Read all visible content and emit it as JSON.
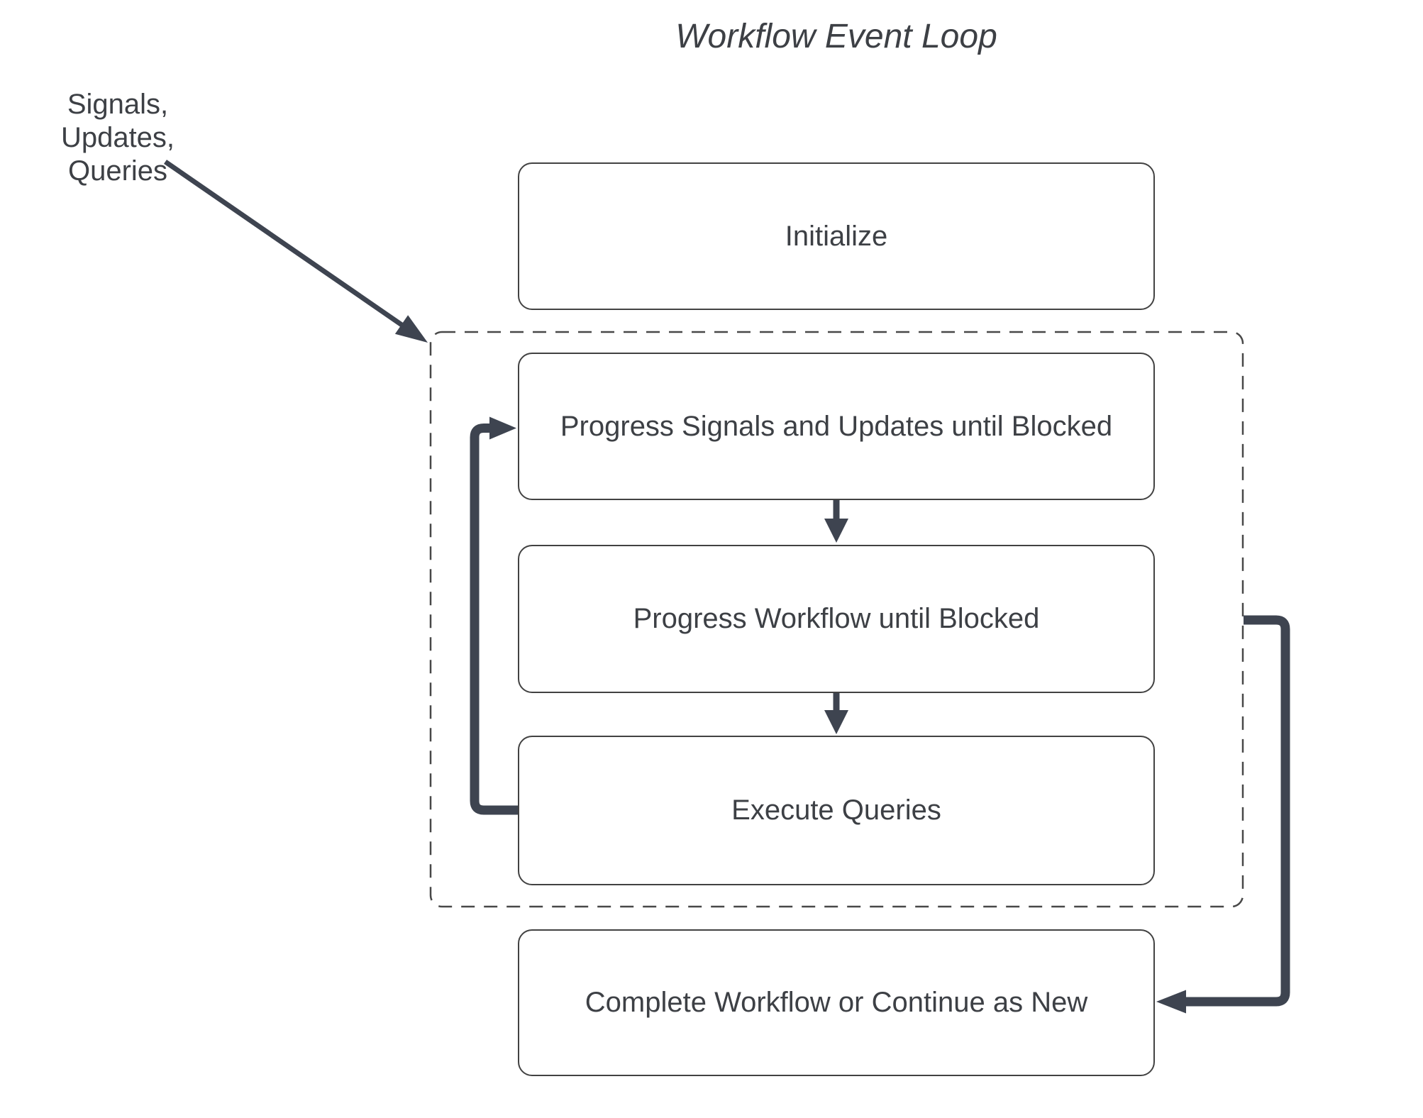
{
  "title": "Workflow Event Loop",
  "annotation": {
    "line1": "Signals, Updates,",
    "line2": "Queries"
  },
  "nodes": {
    "initialize": {
      "label": "Initialize"
    },
    "progress_signals": {
      "label": "Progress Signals and Updates until Blocked"
    },
    "progress_workflow": {
      "label": "Progress Workflow until Blocked"
    },
    "execute_queries": {
      "label": "Execute Queries"
    },
    "complete_workflow": {
      "label": "Complete Workflow or Continue as New"
    }
  },
  "container": {
    "name": "workflow-event-loop-boundary",
    "style": "dashed"
  },
  "edges": [
    {
      "from": "signals-updates-queries-annotation",
      "to": "event-loop-boundary-top-left",
      "style": "thin-arrow"
    },
    {
      "from": "progress-signals",
      "to": "progress-workflow",
      "style": "small-down-arrow"
    },
    {
      "from": "progress-workflow",
      "to": "execute-queries",
      "style": "small-down-arrow"
    },
    {
      "from": "execute-queries",
      "to": "progress-signals",
      "style": "thick-left-loop-arrow"
    },
    {
      "from": "event-loop-boundary-right",
      "to": "complete_workflow",
      "style": "thick-right-loop-arrow"
    }
  ],
  "colors": {
    "background": "#ffffff",
    "node_fill": "#ffffff",
    "node_border": "#424242",
    "dashed_border": "#484848",
    "connector": "#3e4450",
    "text": "#3d4045"
  }
}
